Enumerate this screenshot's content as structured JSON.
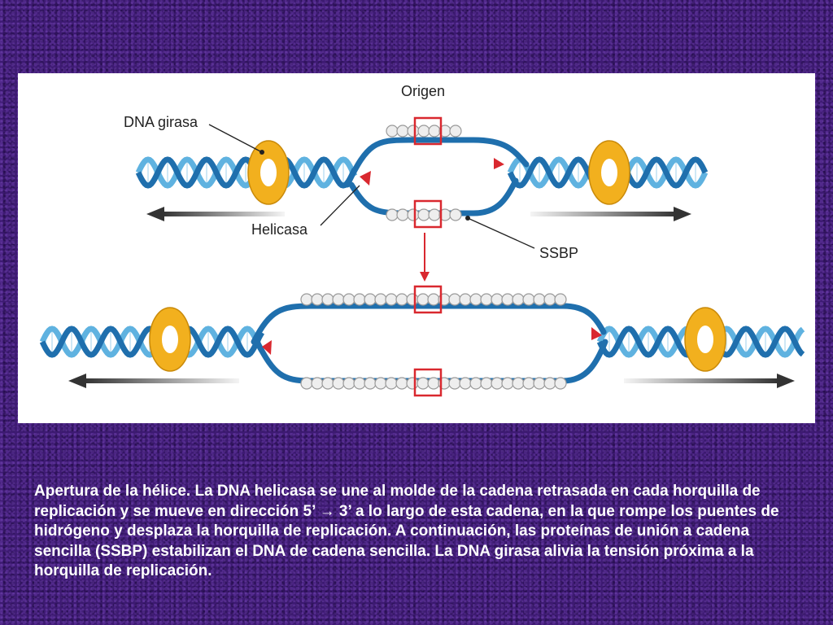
{
  "diagram": {
    "labels": {
      "origin": "Origen",
      "gyrase": "DNA girasa",
      "helicase": "Helicasa",
      "ssbp": "SSBP"
    },
    "colors": {
      "strand_dark": "#1f6fad",
      "strand_light": "#5fb2e0",
      "gyrase_ring": "#f2b01e",
      "helicase": "#d9282f",
      "origin_box": "#d9282f",
      "ssbp_bead": "#eeeeee",
      "arrow": "#333333",
      "background": "#3d1a72"
    }
  },
  "caption": "Apertura de la hélice. La DNA helicasa se une al molde de la cadena retrasada en cada horquilla de replicación y se mueve en dirección 5’ → 3’ a lo largo de esta cadena, en la que rompe los puentes de hidrógeno y desplaza la horquilla de replicación. A continuación, las proteínas de unión a cadena sencilla (SSBP) estabilizan el DNA de cadena sencilla. La DNA girasa alivia la tensión próxima a la horquilla de replicación."
}
